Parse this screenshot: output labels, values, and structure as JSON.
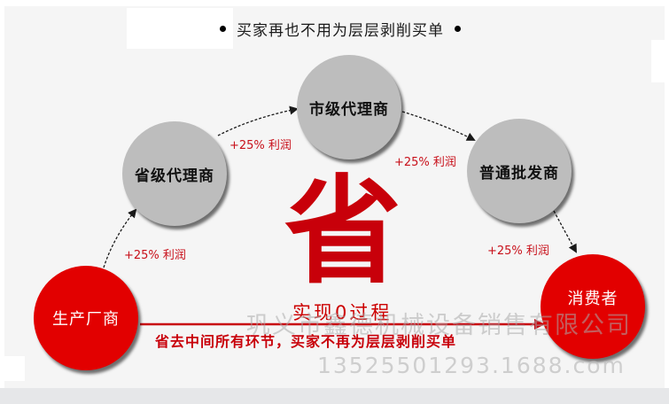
{
  "header": {
    "title": "买家再也不用为层层剥削买单"
  },
  "nodes": {
    "manufacturer": {
      "label": "生产厂商",
      "color": "#e20000"
    },
    "provincial_agent": {
      "label": "省级代理商",
      "color": "#bdbdbd"
    },
    "city_agent": {
      "label": "市级代理商",
      "color": "#bdbdbd"
    },
    "wholesaler": {
      "label": "普通批发商",
      "color": "#bdbdbd"
    },
    "consumer": {
      "label": "消费者",
      "color": "#e20000"
    }
  },
  "edges": [
    {
      "from": "生产厂商",
      "to": "省级代理商",
      "label": "+25% 利润"
    },
    {
      "from": "省级代理商",
      "to": "市级代理商",
      "label": "+25% 利润"
    },
    {
      "from": "市级代理商",
      "to": "普通批发商",
      "label": "+25% 利润"
    },
    {
      "from": "普通批发商",
      "to": "消费者",
      "label": "+25% 利润"
    },
    {
      "from": "生产厂商",
      "to": "消费者",
      "label": "实现0过程",
      "style": "direct"
    }
  ],
  "center": {
    "big_char": "省",
    "subtitle": "实现0过程",
    "tagline": "省去中间所有环节，买家不再为层层剥削买单"
  },
  "watermark": {
    "company": "巩义市鑫德机械设备销售有限公司",
    "url": "13525501293.1688.com"
  },
  "colors": {
    "accent_red": "#e20000",
    "text_red": "#c8000a",
    "node_gray": "#bdbdbd",
    "background": "#f5f5f5"
  }
}
